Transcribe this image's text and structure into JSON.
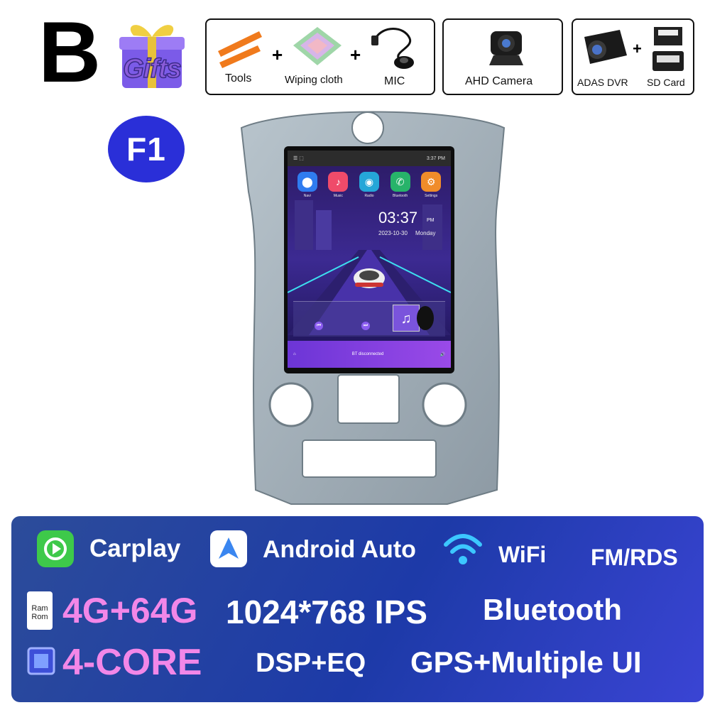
{
  "variant": {
    "letter": "B",
    "badge": "F1"
  },
  "gifts": {
    "label": "Gifts"
  },
  "accessories": {
    "tools": "Tools",
    "wiping_cloth": "Wiping cloth",
    "mic": "MIC",
    "ahd_camera": "AHD Camera",
    "adas_dvr": "ADAS DVR",
    "sd_card": "SD Card",
    "plus": "+"
  },
  "screen": {
    "status_time": "3:37 PM",
    "apps": [
      {
        "label": "Navi",
        "icon": "location-pin-icon",
        "color": "#2f7cf0"
      },
      {
        "label": "Music",
        "icon": "music-note-icon",
        "color": "#ef4b6a"
      },
      {
        "label": "Radio",
        "icon": "radio-tower-icon",
        "color": "#25a6d8"
      },
      {
        "label": "Bluetooth",
        "icon": "phone-icon",
        "color": "#27b36a"
      },
      {
        "label": "Settings",
        "icon": "gear-icon",
        "color": "#f08c2a"
      }
    ],
    "clock": "03:37",
    "clock_suffix": "PM",
    "date": "2023-10-30",
    "weekday": "Monday",
    "bt_status": "BT disconnected"
  },
  "features": {
    "carplay": "Carplay",
    "android_auto": "Android Auto",
    "wifi": "WiFi",
    "fm_rds": "FM/RDS",
    "ram_label": "Ram",
    "rom_label": "Rom",
    "memory": "4G+64G",
    "resolution": "1024*768 IPS",
    "bluetooth": "Bluetooth",
    "cores": "4-CORE",
    "dsp": "DSP+EQ",
    "gps": "GPS+Multiple UI"
  },
  "colors": {
    "panel": "#1d3aa8",
    "pink": "#f287e8",
    "badge": "#2a2fd8",
    "frame": "#a3b1bb"
  }
}
